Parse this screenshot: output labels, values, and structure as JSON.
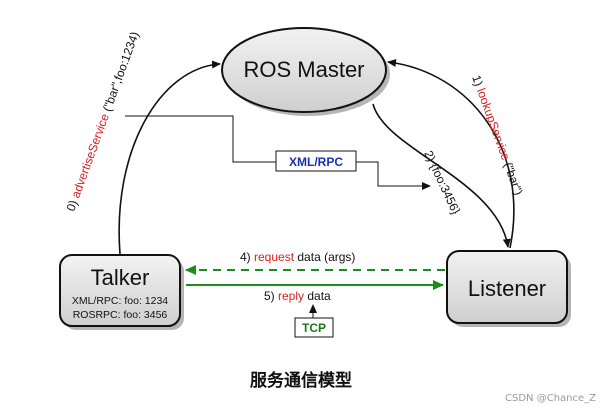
{
  "nodes": {
    "master": {
      "label": "ROS Master"
    },
    "talker": {
      "label": "Talker",
      "line1": "XML/RPC: foo: 1234",
      "line2": "ROSRPC: foo: 3456"
    },
    "listener": {
      "label": "Listener"
    }
  },
  "edges": {
    "advertise": {
      "step": "0) ",
      "call": "advertiseService",
      "args": " (\"bar\",foo:1234)"
    },
    "lookup": {
      "step": "1) ",
      "call": "lookupService",
      "args": " (\"bar\")"
    },
    "reply_addr": {
      "text": "2) {foo:3456}"
    },
    "request": {
      "step": "4) ",
      "call": "request",
      "rest": " data (args)"
    },
    "reply": {
      "step": "5) ",
      "call": "reply",
      "rest": " data"
    }
  },
  "badges": {
    "xmlrpc": "XML/RPC",
    "tcp": "TCP"
  },
  "caption": "服务通信模型",
  "watermark": "CSDN @Chance_Z",
  "colors": {
    "accent_red": "#d82020",
    "badge_blue": "#1a2fb0",
    "badge_green": "#1c7a1c",
    "node_fill": "#e0e0e0",
    "arrow_green": "#1c8c1c"
  }
}
